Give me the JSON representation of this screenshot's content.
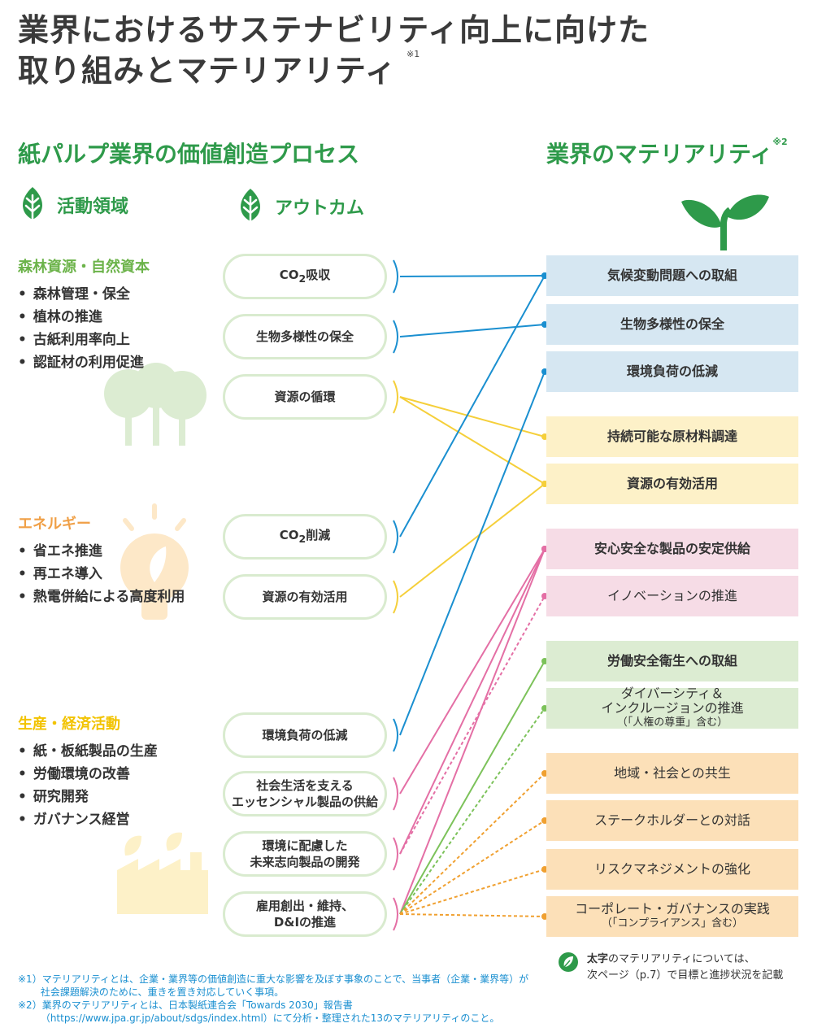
{
  "header": {
    "title_line1": "業界におけるサステナビリティ向上に向けた",
    "title_line2": "取り組みとマテリアリティ",
    "title_note": "※1"
  },
  "left_section": {
    "title": "紙パルプ業界の価値創造プロセス"
  },
  "right_section": {
    "title": "業界のマテリアリティ",
    "note": "※2"
  },
  "columns": {
    "activities": "活動領域",
    "outcomes": "アウトカム"
  },
  "categories": [
    {
      "title": "森林資源・自然資本",
      "color": "#6cb34a",
      "items": [
        "森林管理・保全",
        "植林の推進",
        "古紙利用率向上",
        "認証材の利用促進"
      ]
    },
    {
      "title": "エネルギー",
      "color": "#f0a047",
      "items": [
        "省エネ推進",
        "再エネ導入",
        "熱電併給による高度利用"
      ]
    },
    {
      "title": "生産・経済活動",
      "color": "#f2c300",
      "items": [
        "紙・板紙製品の生産",
        "労働環境の改善",
        "研究開発",
        "ガバナンス経営"
      ]
    }
  ],
  "outcomes": [
    {
      "pre": "CO",
      "sub": "2",
      "post": "吸収"
    },
    {
      "line1": "生物多様性の保全"
    },
    {
      "line1": "資源の循環"
    },
    {
      "pre": "CO",
      "sub": "2",
      "post": "削減"
    },
    {
      "line1": "資源の有効活用"
    },
    {
      "line1": "環境負荷の低減"
    },
    {
      "line1": "社会生活を支える",
      "line2": "エッセンシャル製品の供給"
    },
    {
      "line1": "環境に配慮した",
      "line2": "未来志向製品の開発"
    },
    {
      "line1": "雇用創出・維持、",
      "line2": "D&Iの推進"
    }
  ],
  "materialities": [
    {
      "label": "気候変動問題への取組",
      "bold": true,
      "bg": "#d6e7f2"
    },
    {
      "label": "生物多様性の保全",
      "bold": true,
      "bg": "#d6e7f2"
    },
    {
      "label": "環境負荷の低減",
      "bold": true,
      "bg": "#d6e7f2"
    },
    {
      "label": "持続可能な原材料調達",
      "bold": true,
      "bg": "#fdf1c8"
    },
    {
      "label": "資源の有効活用",
      "bold": true,
      "bg": "#fdf1c8"
    },
    {
      "label": "安心安全な製品の安定供給",
      "bold": true,
      "bg": "#f6dce6"
    },
    {
      "label": "イノベーションの推進",
      "bold": false,
      "bg": "#f6dce6"
    },
    {
      "label": "労働安全衛生への取組",
      "bold": true,
      "bg": "#dcecd2"
    },
    {
      "label": "ダイバーシティ＆",
      "label2": "インクルージョンの推進",
      "label3": "（「人権の尊重」含む）",
      "bold": false,
      "bg": "#dcecd2"
    },
    {
      "label": "地域・社会との共生",
      "bold": false,
      "bg": "#fce0b8"
    },
    {
      "label": "ステークホルダーとの対話",
      "bold": false,
      "bg": "#fce0b8"
    },
    {
      "label": "リスクマネジメントの強化",
      "bold": false,
      "bg": "#fce0b8"
    },
    {
      "label": "コーポレート・ガバナンスの実践",
      "label3": "（「コンプライアンス」含む）",
      "bold": false,
      "bg": "#fce0b8"
    }
  ],
  "links": [
    {
      "from": 0,
      "to": 0,
      "color": "#1a8fd0",
      "style": "solid"
    },
    {
      "from": 1,
      "to": 1,
      "color": "#1a8fd0",
      "style": "solid"
    },
    {
      "from": 2,
      "to": 3,
      "color": "#f5cf3a",
      "style": "solid"
    },
    {
      "from": 2,
      "to": 4,
      "color": "#f5cf3a",
      "style": "solid"
    },
    {
      "from": 3,
      "to": 0,
      "color": "#1a8fd0",
      "style": "solid"
    },
    {
      "from": 4,
      "to": 4,
      "color": "#f5cf3a",
      "style": "solid"
    },
    {
      "from": 5,
      "to": 2,
      "color": "#1a8fd0",
      "style": "solid"
    },
    {
      "from": 6,
      "to": 5,
      "color": "#e46fa5",
      "style": "solid"
    },
    {
      "from": 7,
      "to": 5,
      "color": "#e46fa5",
      "style": "solid"
    },
    {
      "from": 7,
      "to": 6,
      "color": "#e46fa5",
      "style": "dashed"
    },
    {
      "from": 8,
      "to": 5,
      "color": "#e46fa5",
      "style": "solid"
    },
    {
      "from": 8,
      "to": 7,
      "color": "#7cc25a",
      "style": "solid"
    },
    {
      "from": 8,
      "to": 8,
      "color": "#7cc25a",
      "style": "dashed"
    },
    {
      "from": 8,
      "to": 9,
      "color": "#f0a030",
      "style": "dashed"
    },
    {
      "from": 8,
      "to": 10,
      "color": "#f0a030",
      "style": "dashed"
    },
    {
      "from": 8,
      "to": 11,
      "color": "#f0a030",
      "style": "dashed"
    },
    {
      "from": 8,
      "to": 12,
      "color": "#f0a030",
      "style": "dashed"
    }
  ],
  "bold_note": {
    "bold_part": "太字",
    "rest_line1": "のマテリアリティについては、",
    "line2": "次ページ（p.7）で目標と進捗状況を記載"
  },
  "footnotes": [
    "※1）マテリアリティとは、企業・業界等の価値創造に重大な影響を及ぼす事象のことで、当事者（企業・業界等）が",
    "　　  社会課題解決のために、重きを置き対応していく事項。",
    "※2）業界のマテリアリティとは、日本製紙連合会「Towards 2030」報告書",
    "　　  （https://www.jpa.gr.jp/about/sdgs/index.html）にて分析・整理された13のマテリアリティのこと。"
  ],
  "colors": {
    "accent_green": "#2e9a4a",
    "outline": "#d9ebcf",
    "blue": "#1a8fd0",
    "yellow": "#f5cf3a",
    "pink": "#e46fa5",
    "green": "#7cc25a",
    "orange": "#f0a030"
  }
}
